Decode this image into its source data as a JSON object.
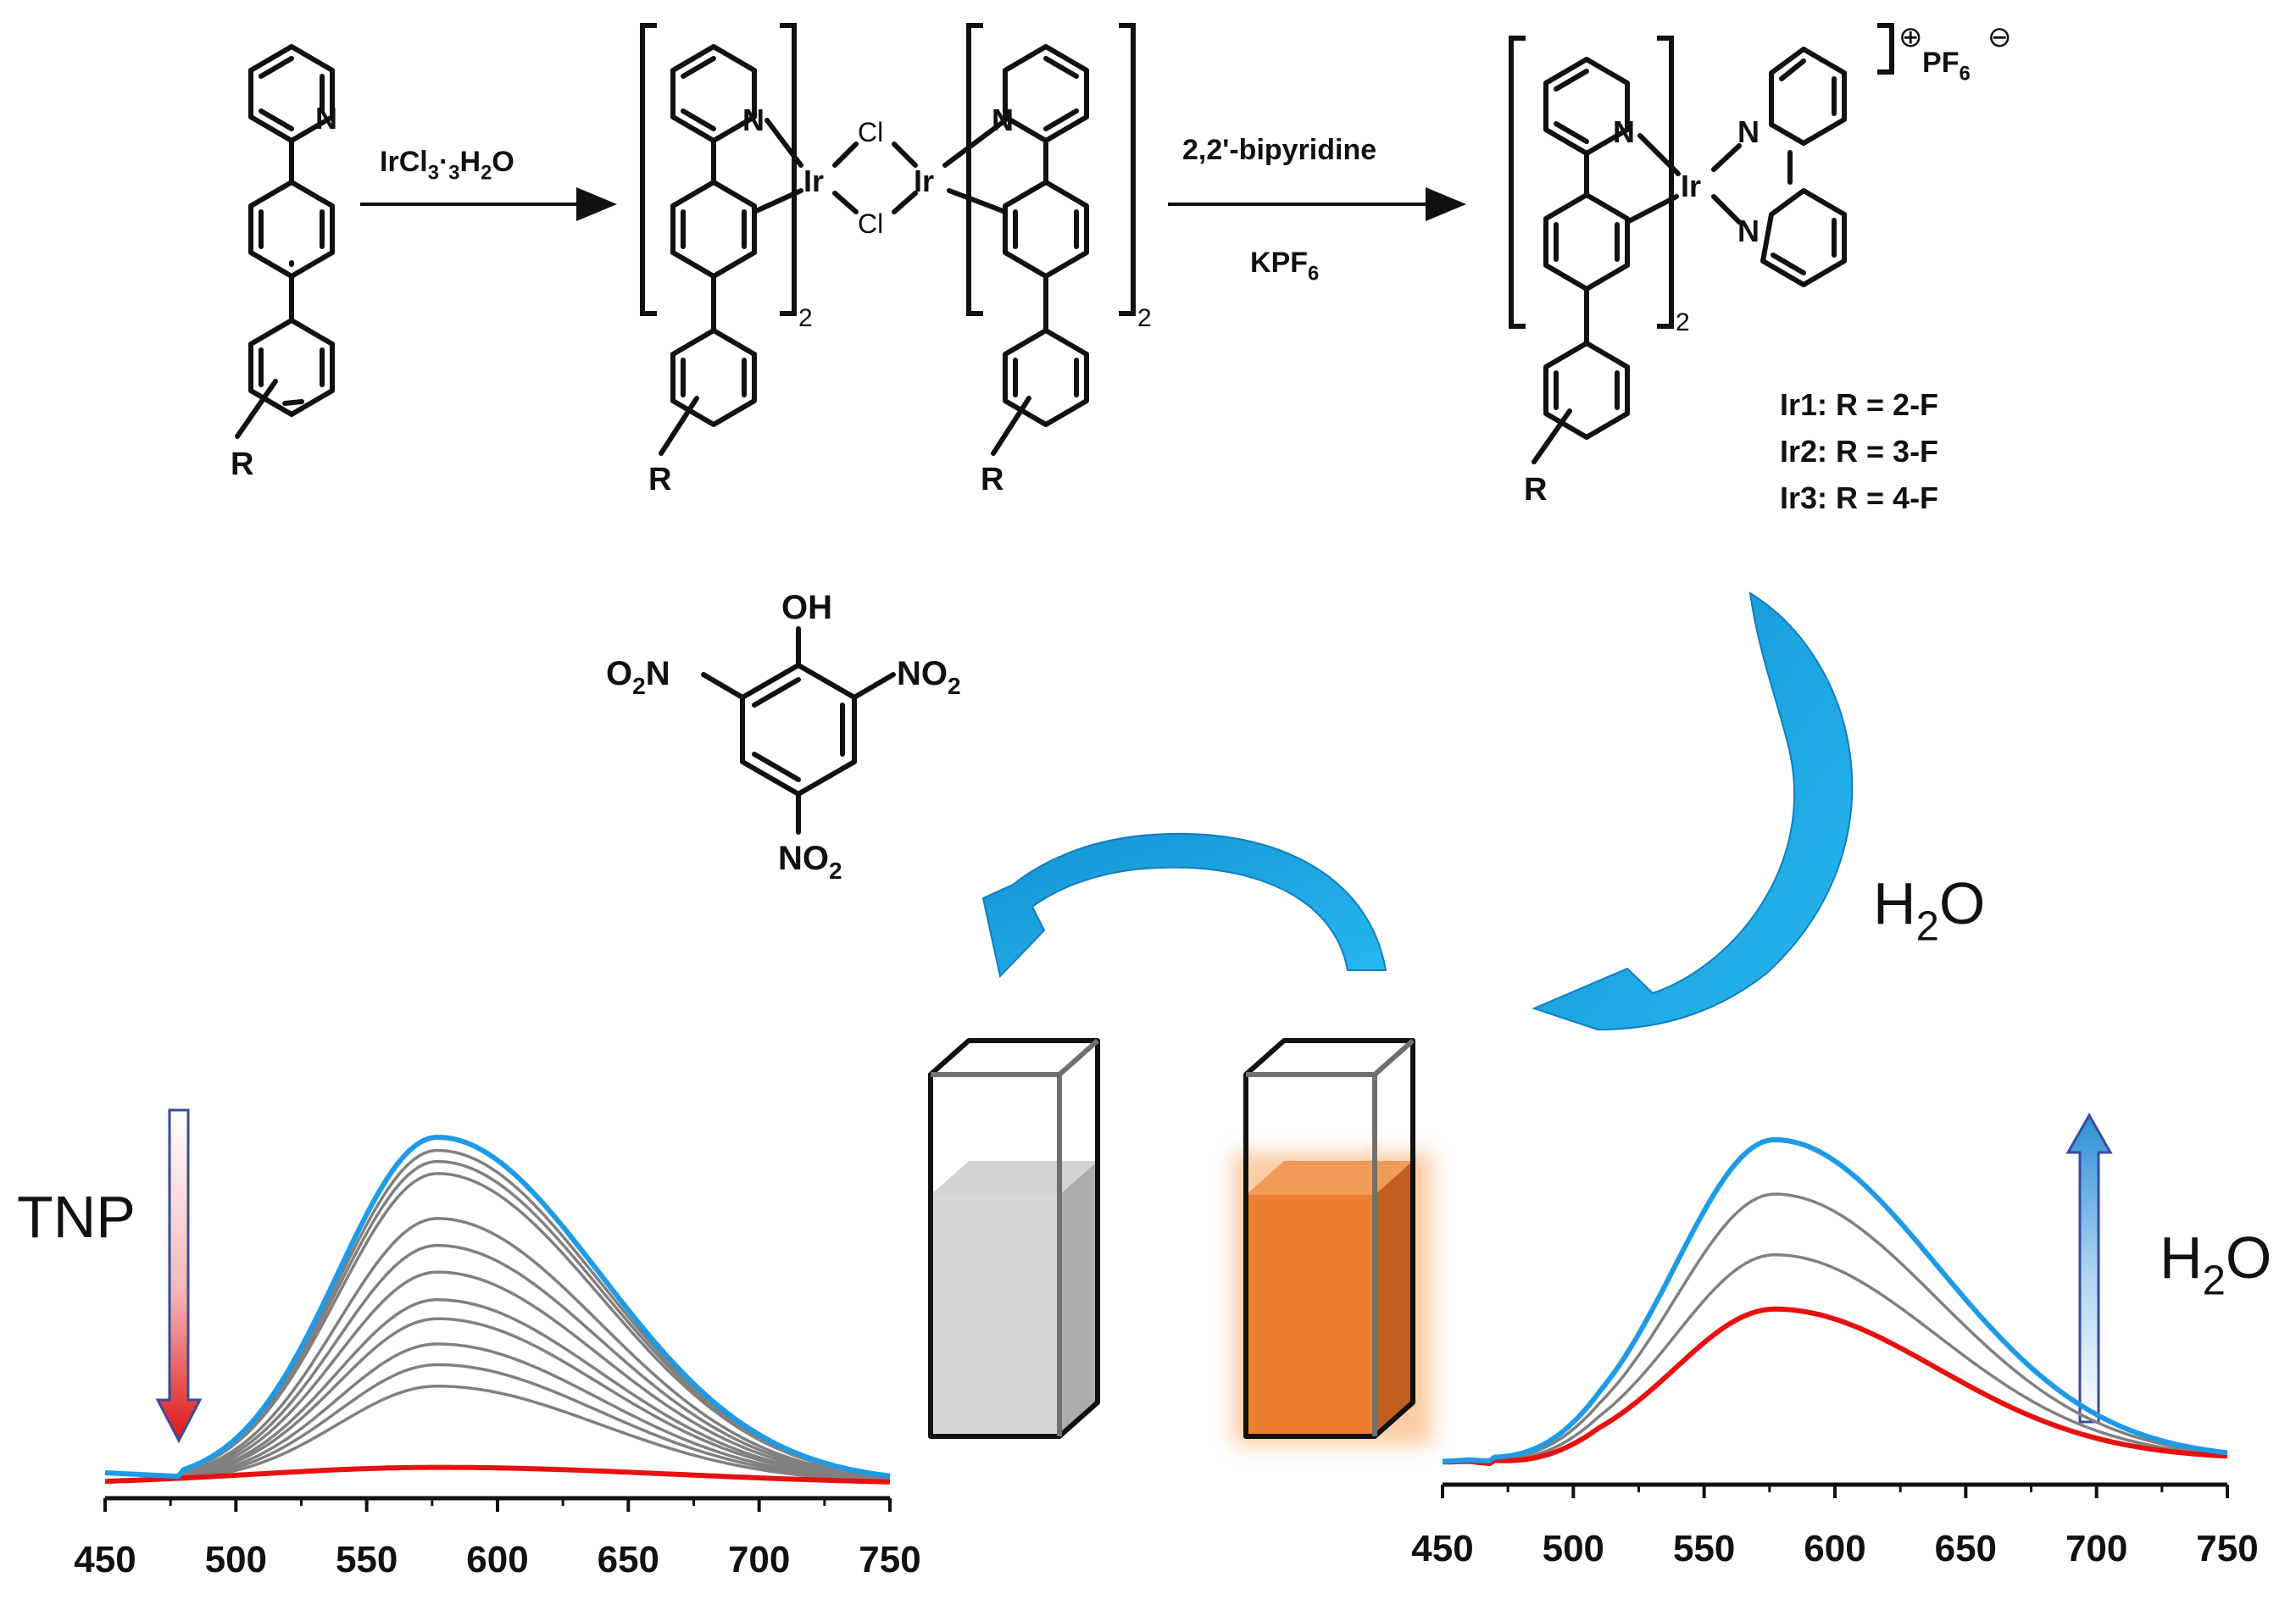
{
  "scheme": {
    "reagent1": "IrCl3·3H2O",
    "reagent2_top": "2,2'-bipyridine",
    "reagent2_bottom": "KPF6",
    "r_label": "R",
    "n_label": "N",
    "ir_label": "Ir",
    "cl_label": "Cl",
    "subscript_2": "2",
    "charge_plus": "⊕",
    "counterion": "PF6",
    "charge_minus": "⊖",
    "complex_labels": [
      "Ir1: R = 2-F",
      "Ir2: R = 3-F",
      "Ir3: R = 4-F"
    ]
  },
  "analyte": {
    "oh": "OH",
    "no2_left": "O2N",
    "no2_right": "NO2",
    "no2_bottom": "NO2"
  },
  "labels": {
    "water_arrow": "H2O",
    "tnp": "TNP",
    "water_spectrum": "H2O"
  },
  "cuvettes": {
    "left_color": "#d6d6d6",
    "right_color": "#ed7d31"
  },
  "colors": {
    "blue": "#1d9be6",
    "red": "#e81010",
    "gray": "#808080",
    "arrow_blue": "#1aa3e8"
  },
  "chart_data": [
    {
      "type": "line",
      "title": "",
      "xlabel": "",
      "ylabel": "",
      "xlim": [
        450,
        750
      ],
      "x_ticks": [
        450,
        500,
        550,
        600,
        650,
        700,
        750
      ],
      "annotation": "TNP",
      "series": [
        {
          "values": [
            1.0
          ],
          "color": "#1d9be6"
        },
        {
          "values": [
            0.962
          ],
          "color": "#808080"
        },
        {
          "values": [
            0.93
          ],
          "color": "#808080"
        },
        {
          "values": [
            0.895
          ],
          "color": "#808080"
        },
        {
          "values": [
            0.765
          ],
          "color": "#808080"
        },
        {
          "values": [
            0.687
          ],
          "color": "#808080"
        },
        {
          "values": [
            0.61
          ],
          "color": "#808080"
        },
        {
          "values": [
            0.53
          ],
          "color": "#808080"
        },
        {
          "values": [
            0.475
          ],
          "color": "#808080"
        },
        {
          "values": [
            0.402
          ],
          "color": "#808080"
        },
        {
          "values": [
            0.342
          ],
          "color": "#808080"
        },
        {
          "values": [
            0.28
          ],
          "color": "#808080"
        },
        {
          "values": [
            0.05
          ],
          "color": "#e81010"
        }
      ]
    },
    {
      "type": "line",
      "title": "",
      "xlabel": "",
      "ylabel": "",
      "xlim": [
        450,
        750
      ],
      "x_ticks": [
        450,
        500,
        550,
        600,
        650,
        700,
        750
      ],
      "annotation": "H2O",
      "series": [
        {
          "values": [
            1.0
          ],
          "color": "#1d9be6"
        },
        {
          "values": [
            0.83
          ],
          "color": "#808080"
        },
        {
          "values": [
            0.64
          ],
          "color": "#808080"
        },
        {
          "values": [
            0.47
          ],
          "color": "#e81010"
        }
      ]
    }
  ]
}
